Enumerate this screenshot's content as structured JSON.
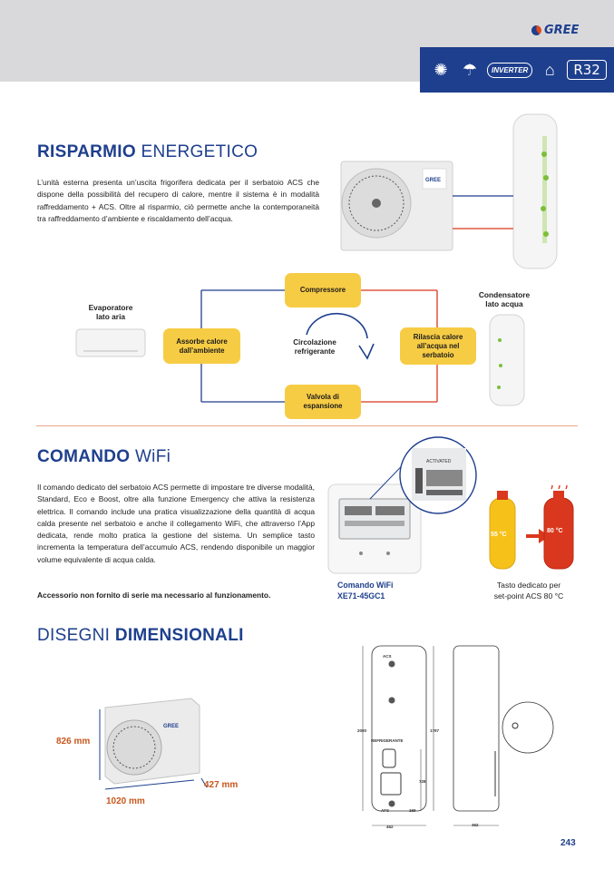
{
  "header": {
    "brand": "GREE",
    "inverter_label": "INVERTER",
    "refrigerant_badge": "R32",
    "icons": [
      "sun-snowflake-icon",
      "shower-icon",
      "inverter-icon",
      "wifi-home-icon",
      "r32-icon"
    ]
  },
  "section1": {
    "title_bold": "RISPARMIO",
    "title_light": " ENERGETICO",
    "paragraph": "L’unità esterna presenta un’uscita frigorifera dedicata per il serbatoio ACS che dispone della possibilità del recupero di calore, mentre il sistema è in modalità raffreddamento + ACS. Oltre al risparmio, ciò permette anche la contemporaneità tra raffreddamento d’ambiente e riscaldamento dell’acqua.",
    "outdoor_unit_brand": "GREE"
  },
  "cycle": {
    "evaporator_label": "Evaporatore\nlato aria",
    "condenser_label": "Condensatore\nlato acqua",
    "compressor": "Compressore",
    "absorbs": "Assorbe calore\ndall’ambiente",
    "circulation": "Circolazione\nrefrigerante",
    "releases": "Rilascia calore\nall’acqua nel\nserbatoio",
    "valve": "Valvola di\nespansione"
  },
  "section2": {
    "title_bold": "COMANDO",
    "title_light": " WiFi",
    "paragraph": "Il comando dedicato del serbatoio ACS permette di impostare tre diverse modalità, Standard, Eco e Boost, oltre alla funzione Emergency che attiva la resistenza elettrica. Il comando include una pratica visualizzazione della quantità di acqua calda presente nel serbatoio e anche il collegamento WiFi, che attraverso l’App dedicata, rende molto pratica la gestione del sistema. Un semplice tasto incrementa la temperatura dell’accumulo ACS, rendendo disponibile un maggior volume equivalente di acqua calda.",
    "note": "Accessorio non fornito di serie ma necessario al funzionamento.",
    "controller_caption": "Comando WiFi\nXE71-45GC1",
    "setpoint_caption": "Tasto dedicato per\nset-point ACS 80 °C",
    "temp_low": "55 °C",
    "temp_high": "80 °C"
  },
  "section3": {
    "title_light": "DISEGNI ",
    "title_bold": "DIMENSIONALI",
    "height": "826 mm",
    "width": "1020 mm",
    "depth": "427 mm",
    "drawing": {
      "acs": "ACS",
      "refrigerante": "REFRIGERANTE",
      "afs": "AFS",
      "h_total": "2000",
      "h_inner": "1797",
      "h_mid": "728",
      "h_low": "169",
      "w_front": "462",
      "w_side": "462"
    }
  },
  "page_number": "243",
  "colors": {
    "brand_blue": "#1e3f8d",
    "accent_orange": "#c8571d",
    "box_yellow": "#f7cc45",
    "hot_red": "#d9381e",
    "warm_yellow": "#f6c21a"
  }
}
